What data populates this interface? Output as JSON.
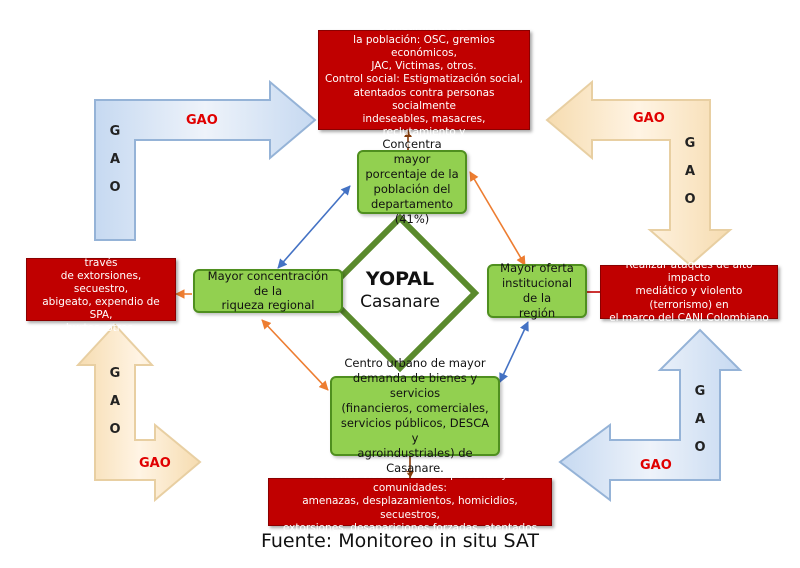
{
  "center": {
    "title": "YOPAL",
    "subtitle": "Casanare"
  },
  "red_boxes": {
    "top": "Procesos de cooptación y sometimiento de\nla población: OSC, gremios económicos,\nJAC, Victimas, otros.\nControl social: Estigmatización social,\natentados contra personas socialmente\nindeseables, masacres, reclutamiento y\nutilización de NNJ, otros.",
    "left": "GAO´s extraen rentas a través\nde extorsiones, secuestro,\nabigeato, expendio de SPA,\nhurtos, otros.",
    "right": "Realizar ataques de alto impacto\nmediático y violento (terrorismo) en\nel marco del CANI Colombiano",
    "bottom": "Acciones violentas contra personas y comunidades:\namenazas, desplazamientos, homicidios, secuestros,\nextorsiones, desapariciones forzadas, atentados"
  },
  "green_boxes": {
    "top": "Concentra mayor\nporcentaje de la\npoblación del\ndepartamento (41%)",
    "left": "Mayor concentración de la\nriqueza regional",
    "right": "Mayor oferta\ninstitucional de la\nregión",
    "bottom": "Centro urbano de mayor\ndemanda de bienes y servicios\n(financieros, comerciales,\nservicios públicos, DESCA y\nagroindustriales) de Casanare."
  },
  "gao_label": "GAO",
  "gao_letters": [
    "G",
    "A",
    "O"
  ],
  "source": "Fuente: Monitoreo in situ SAT",
  "colors": {
    "box_red": "#c00000",
    "box_green": "#92d050",
    "arrow_blue_fill": "#dce6f2",
    "arrow_blue_stroke": "#95b3d7",
    "arrow_tan_fill": "#fdeada",
    "arrow_tan_stroke": "#e8cfa2",
    "diamond": "#5a8a2c",
    "connector_blue": "#4472c4",
    "connector_orange": "#ed7d31",
    "connector_brown": "#843c0c"
  }
}
